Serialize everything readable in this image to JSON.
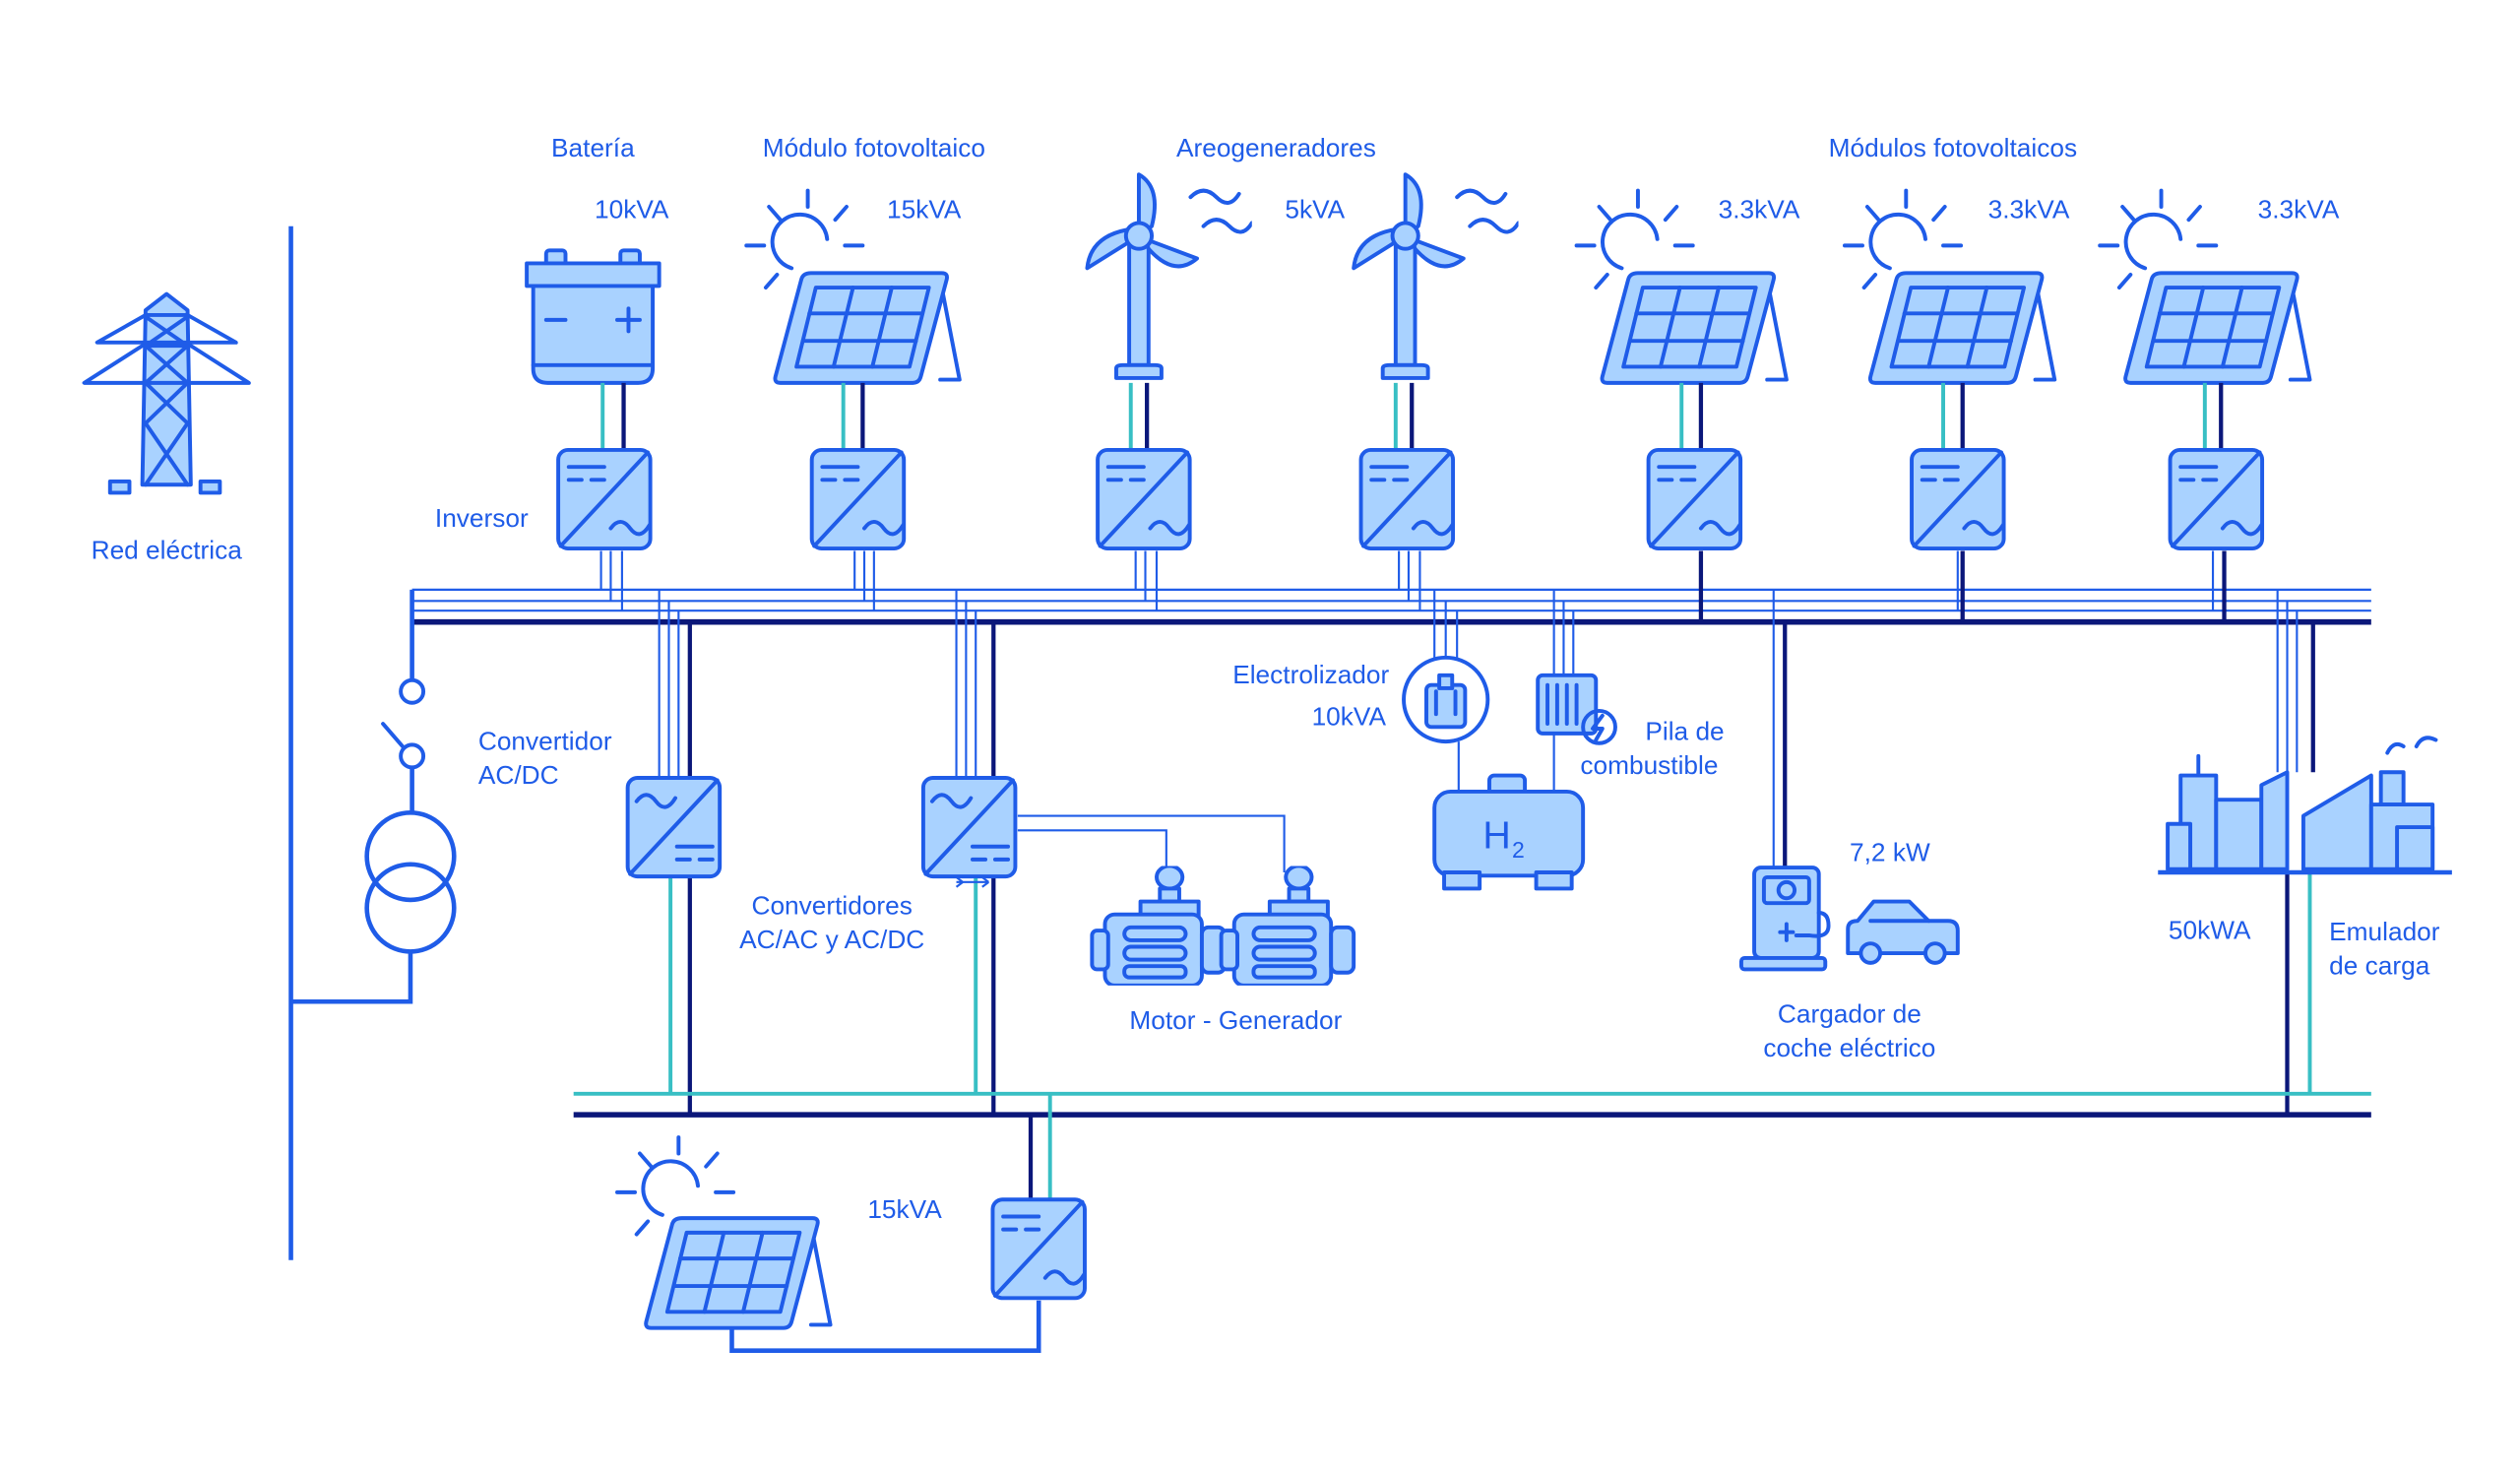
{
  "colors": {
    "primary": "#1f5ce8",
    "fill": "#a9d2ff",
    "dc_bus": "#0b177a",
    "ac_bus": "#38bfc4"
  },
  "grid": {
    "label": "Red eléctrica"
  },
  "top_labels": {
    "battery": "Batería",
    "pv_module": "Módulo fotovoltaico",
    "wind": "Areogeneradores",
    "pv_modules": "Módulos fotovoltaicos"
  },
  "ratings": {
    "battery": "10kVA",
    "pv_module": "15kVA",
    "wind": "5kVA",
    "pv1": "3.3kVA",
    "pv2": "3.3kVA",
    "pv3": "3.3kVA",
    "bottom_pv": "15kVA",
    "electrolyzer": "10kVA",
    "ev": "7,2 kW",
    "load": "50kWA"
  },
  "labels": {
    "inverter": "Inversor",
    "acdc_line1": "Convertidor",
    "acdc_line2": "AC/DC",
    "conv_line1": "Convertidores",
    "conv_line2": "AC/AC y AC/DC",
    "motor": "Motor - Generador",
    "electrolyzer": "Electrolizador",
    "fuelcell_line1": "Pila de",
    "fuelcell_line2": "combustible",
    "h2": "H",
    "h2_sub": "2",
    "ev_line1": "Cargador de",
    "ev_line2": "coche eléctrico",
    "load_line1": "Emulador",
    "load_line2": "de carga"
  }
}
